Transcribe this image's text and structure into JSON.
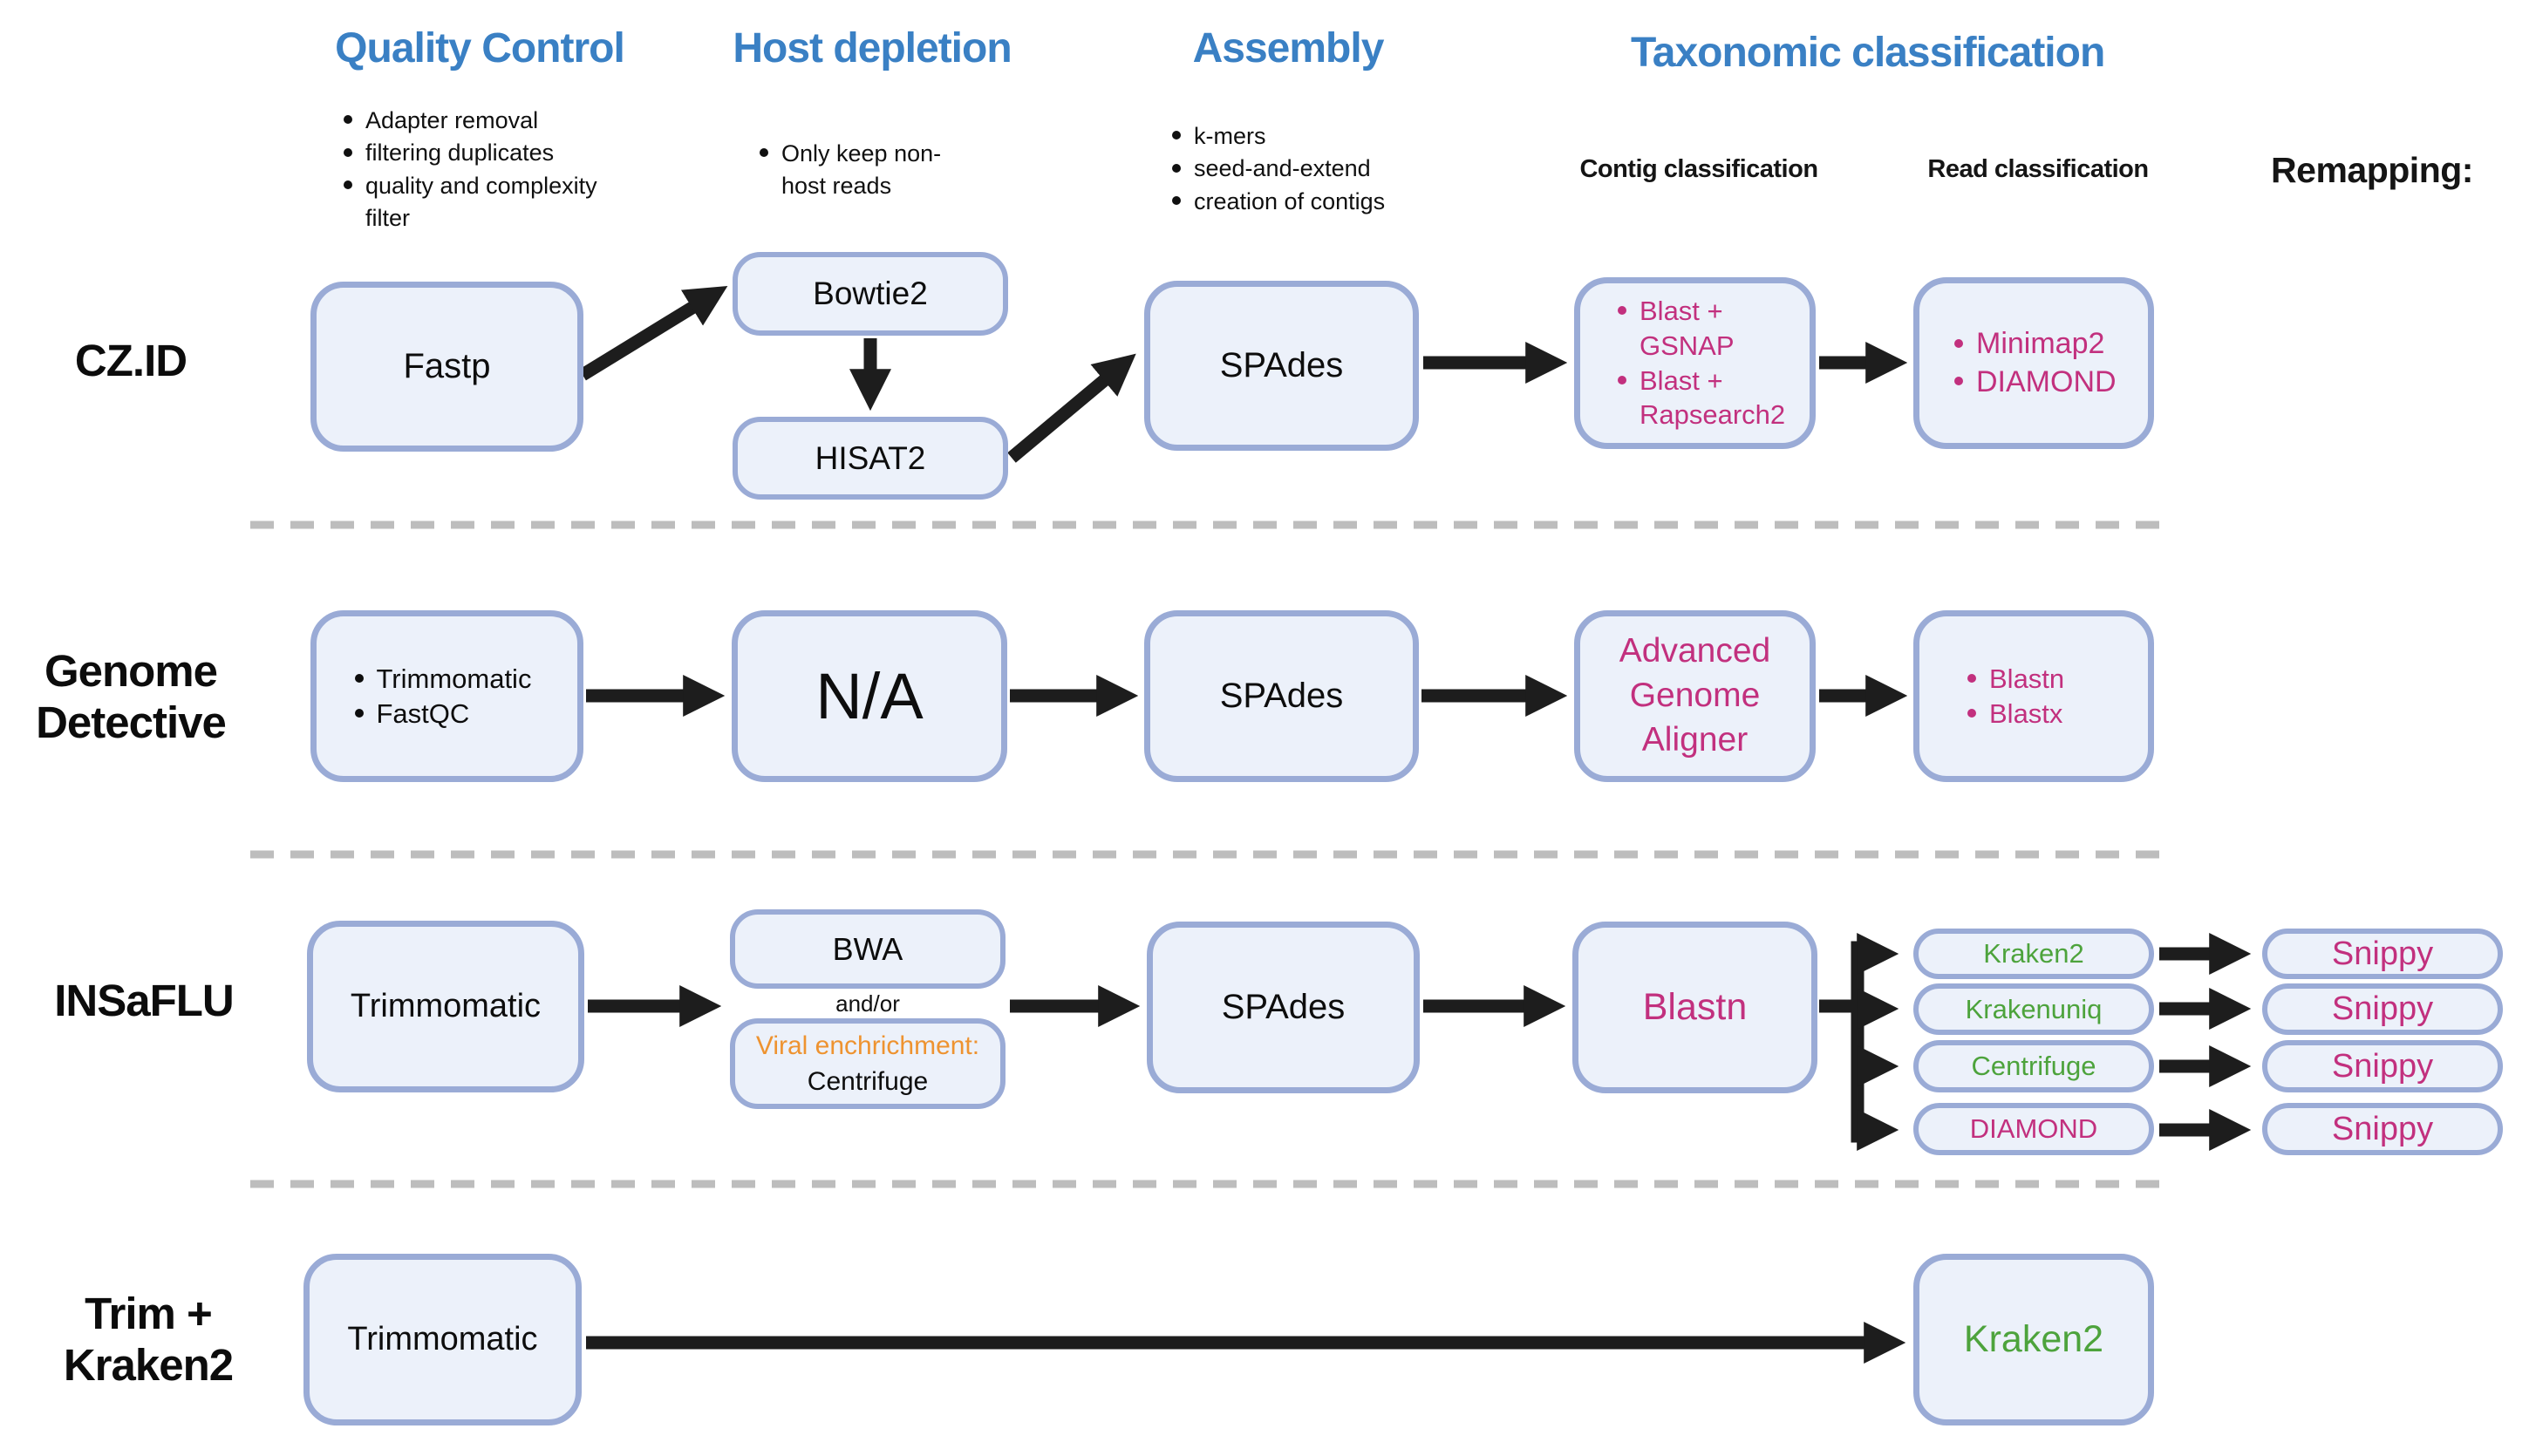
{
  "colors": {
    "accent_blue": "#3a80c4",
    "accent_pink": "#c2307e",
    "accent_green": "#4da33c",
    "accent_orange": "#ee9330",
    "box_fill": "#ecf1fa",
    "box_border": "#9aabd6",
    "arrow_black": "#1d1d1d",
    "divider_gray": "#bdbdbd"
  },
  "headers": {
    "quality_control": "Quality Control",
    "host_depletion": "Host depletion",
    "assembly": "Assembly",
    "taxonomic_classification": "Taxonomic classification",
    "contig_classification": "Contig classification",
    "read_classification": "Read classification",
    "remapping": "Remapping:"
  },
  "header_notes": {
    "quality_control_bullets": [
      "Adapter removal",
      "filtering duplicates",
      "quality and complexity filter"
    ],
    "host_depletion_bullets": [
      "Only keep non-host reads"
    ],
    "assembly_bullets": [
      "k-mers",
      "seed-and-extend",
      "creation of contigs"
    ]
  },
  "rows": {
    "czid": {
      "label": "CZ.ID",
      "qc_tool": "Fastp",
      "host_tool_1": "Bowtie2",
      "host_tool_2": "HISAT2",
      "assembly_tool": "SPAdes",
      "contig_bullets": [
        "Blast + GSNAP",
        "Blast + Rapsearch2"
      ],
      "read_bullets": [
        "Minimap2",
        "DIAMOND"
      ]
    },
    "genome_detective": {
      "label": "Genome Detective",
      "qc_bullets": [
        "Trimmomatic",
        "FastQC"
      ],
      "host_tool": "N/A",
      "assembly_tool": "SPAdes",
      "contig_tool": "Advanced Genome Aligner",
      "read_bullets": [
        "Blastn",
        "Blastx"
      ]
    },
    "insaflu": {
      "label": "INSaFLU",
      "qc_tool": "Trimmomatic",
      "host_tool_1": "BWA",
      "host_connector": "and/or",
      "viral_enrichment_title": "Viral enchrichment:",
      "viral_enrichment_tool": "Centrifuge",
      "assembly_tool": "SPAdes",
      "contig_tool": "Blastn",
      "read_tools": [
        "Kraken2",
        "Krakenuniq",
        "Centrifuge",
        "DIAMOND"
      ],
      "remap_tools": [
        "Snippy",
        "Snippy",
        "Snippy",
        "Snippy"
      ]
    },
    "trim_kraken2": {
      "label": "Trim + Kraken2",
      "qc_tool": "Trimmomatic",
      "read_tool": "Kraken2"
    }
  }
}
